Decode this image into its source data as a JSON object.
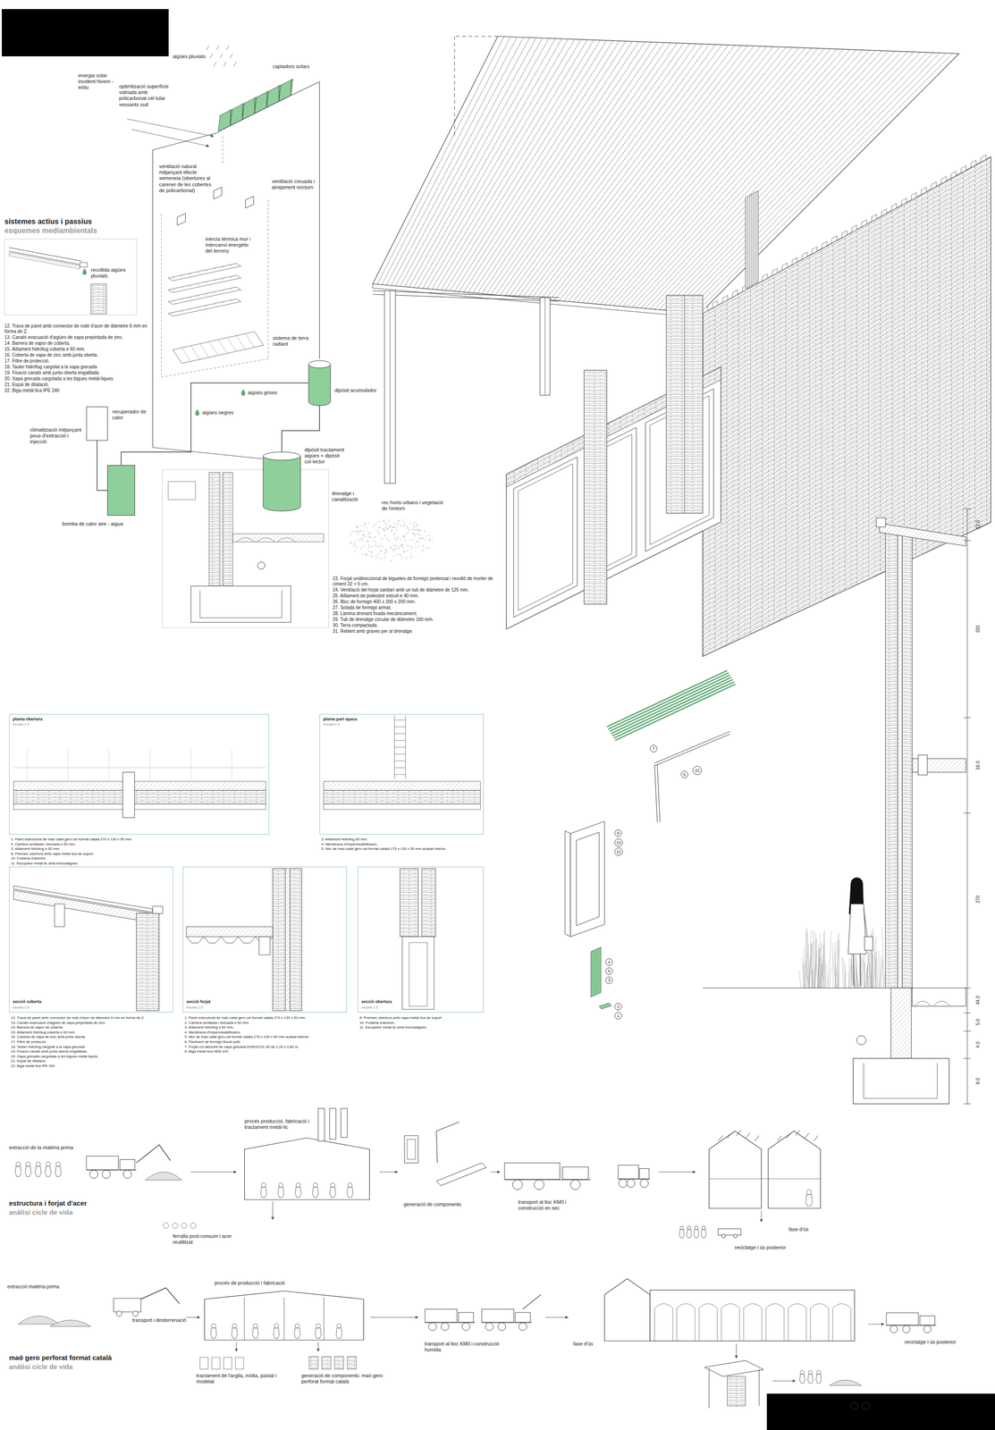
{
  "diagram": {
    "nodes": [
      {
        "text": [
          "recuperador de calor"
        ]
      },
      {
        "text": [
          "bomba de calor aire - aigua"
        ]
      },
      {
        "text": [
          "dipòsit acumulador"
        ]
      },
      {
        "text": [
          "dipòsit tractament aigües + dipòsit col·lector"
        ]
      },
      {
        "text": [
          "planta obertura",
          "escala 1:5"
        ]
      },
      {
        "text": [
          "planta part opaca",
          "escala 1:5"
        ]
      },
      {
        "text": [
          "secció coberta",
          "escala 1:5"
        ]
      },
      {
        "text": [
          "secció forjat",
          "escala 1:5"
        ]
      },
      {
        "text": [
          "secció obertura",
          "escala 1:5"
        ]
      }
    ],
    "edges": [
      {
        "from": 0,
        "to": 1,
        "arrow": "none"
      },
      {
        "from": 1,
        "to": 2,
        "arrow": "none"
      },
      {
        "from": 2,
        "to": 3,
        "arrow": "none"
      }
    ],
    "labels": [
      "aigües pluvials",
      "captadors solars",
      "energia solar incident hivern - estiu",
      "optimització superfície vidriada amb policarbonat cel·lular vessants sud",
      "ventilació natural mitjançant efecte xemeneia (obertures al carener de les cobertes de policarbonat)",
      "ventilació creuada i airejament nocturn",
      "inèrcia tèrmica mur i intercanvi energètic del terreny",
      "sistema de terra radiant",
      "aigües grises",
      "aigües negres",
      "climatització mitjançant pous d'extracció i injecció",
      "drenatge i canalització",
      "rec horts urbans i vegetació de l'entorn",
      "sistemes actius i passius",
      "esquemes mediambientals",
      "recollida aigües pluvials",
      "12. Trava de paret amb connector de rodó d'acer de diàmetre 6 mm en forma de Z.",
      "13. Canaló evacuació d'aigües de xapa prepintada de zinc.",
      "14. Barrera de vapor de coberta.",
      "15. Aïllament hidròfug coberta e 60 mm.",
      "16. Coberta de xapa de zinc amb junta oberta.",
      "17. Filtre de protecció.",
      "18. Tauler hidròfug cargolat a la xapa grecada",
      "19. Fixació canaló amb junta oberta engatllada.",
      "20. Xapa grecada cargolada a les bigues metàl·liques.",
      "21. Espai de dilatació.",
      "22. Biga metàl·lica IPE 240",
      "23. Forjat unidireccional de biguetes de formigó pretensat i revoltó de morter de ciment 22 + 5 cm.",
      "24. Ventilació del forjat sanitari amb un tub de diàmetre de 125 mm.",
      "25. Aïllament de poliestirè extruït e 40 mm.",
      "26. Bloc de formigó 400 x 200 x 200 mm.",
      "27. Solada de formigó armat.",
      "28. Làmina drenant fixada mecànicament.",
      "29. Tub de drenatge circular de diàmetre 160 mm.",
      "30. Terra compactada.",
      "31. Reblert amb graves per al drenatge.",
      "1. Paret estructural de maó calat gero cel format català 270 x 130 x 50 mm.",
      "2. Cambra ventilada i drenada e 50 mm.",
      "3. Aïllament hidròfug e 60 mm.",
      "8. Premarc obertura amb xapa metàl·lica de suport.",
      "10. Fusteria d'alumini.",
      "11. Escupidor metàl·lic amb trencaaigües.",
      "3. Aïllament hidròfug 60 mm.",
      "4. Membrana d'impermeabilització.",
      "5. Mur de maó calat gero cel format català 275 x 130 x 50 mm acabat interior.",
      "12. Trava de paret amb connector de rodó d'acer de diàmetre 6 mm en forma de Z.",
      "13. Canaló evacuació d'aigües de xapa prepintada de zinc.",
      "14. Barrera de vapor de coberta.",
      "15. Aïllament hidròfug coberta e 60 mm.",
      "16. Coberta de xapa de zinc amb junta oberta.",
      "17. Filtre de protecció.",
      "18. Tauler hidròfug cargolat a la xapa grecada",
      "19. Fixació canaló amb junta oberta engatllada.",
      "20. Xapa grecada cargolada a les bigues metàl·liques.",
      "21. Espai de dilatació.",
      "22. Biga metàl·lica IPE 240",
      "1. Paret estructural de maó calat gero cel format català 270 x 130 x 50 mm.",
      "2. Cambra ventilada i drenada e 50 mm.",
      "3. Aïllament hidròfug e 60 mm.",
      "4. Membrana d'impermeabilització.",
      "5. Mur de maó calat gero cel format català 275 x 130 x 50 mm acabat interior.",
      "6. Paviment de formigó lliscat polit.",
      "7. Forjat col·laborant de xapa grecada EUROCOL 60 de 1,20 x 0,80 m.",
      "8. Biga metàl·lica HEB 100.",
      "8. Premarc obertura amb xapa metàl·lica de suport.",
      "10. Fusteria d'alumini.",
      "11. Escupidor metàl·lic amb trencaaigües.",
      "7",
      "6",
      "22",
      "9",
      "10",
      "11",
      "4",
      "5",
      "3",
      "2",
      "1",
      "12.0",
      "333",
      "18.0",
      "270",
      "44.0",
      "5.0",
      "4.0",
      "8.0",
      "extracció de la matèria prima",
      "procés producció, fabricació i tractament metàl·lic",
      "generació de components",
      "transport al lloc KM0 i construcció en sec",
      "fase d'ús",
      "reciclatge i ús posterior",
      "ferralla post-consum i acer reutilitzat",
      "estructura i forjat d'acer",
      "anàlisi cicle de vida",
      "extracció matèria prima",
      "transport i desterrenació",
      "procés de producció i fabricació",
      "tractament de l'argila, mòlta, pastat i modelat",
      "generació de components: maó gero perforat format català",
      "transport al lloc KM0 i construcció humida",
      "fase d'ús",
      "reciclatge i ús posterior",
      "maó gero perforat format català",
      "anàlisi cicle de vida"
    ]
  }
}
